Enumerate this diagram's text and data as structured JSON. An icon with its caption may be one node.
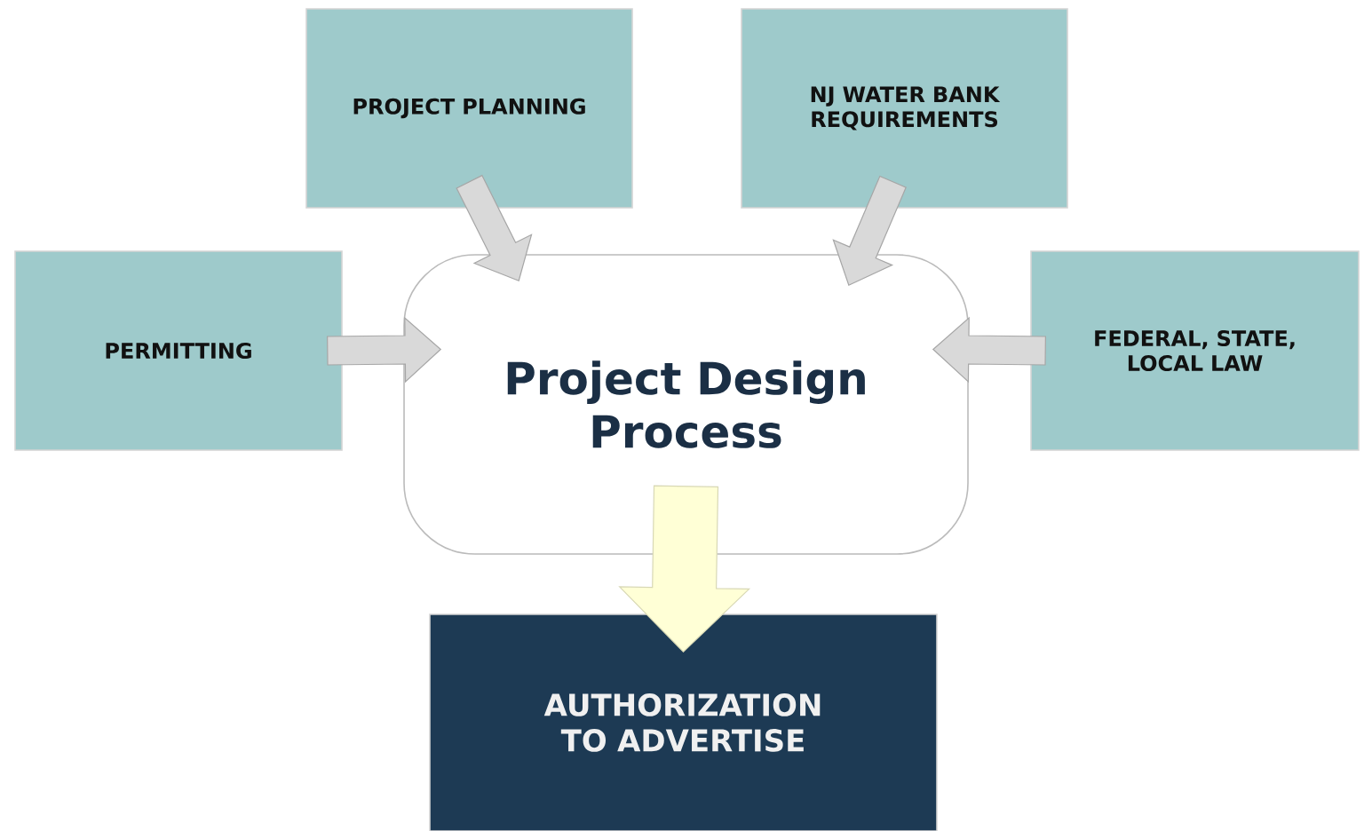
{
  "diagram": {
    "nodes": [
      {
        "text": [
          "PROJECT PLANNING"
        ]
      },
      {
        "text": [
          "NJ WATER BANK REQUIREMENTS"
        ]
      },
      {
        "text": [
          "PERMITTING"
        ]
      },
      {
        "text": [
          "Project Design Process"
        ]
      },
      {
        "text": [
          "FEDERAL, STATE, LOCAL LAW"
        ]
      },
      {
        "text": [
          "AUTHORIZATION TO ADVERTISE"
        ]
      }
    ],
    "edges": [
      {
        "from": 0,
        "to": 3,
        "arrow": "to"
      },
      {
        "from": 1,
        "to": 3,
        "arrow": "to"
      },
      {
        "from": 2,
        "to": 3,
        "arrow": "to"
      },
      {
        "from": 4,
        "to": 3,
        "arrow": "to"
      },
      {
        "from": 3,
        "to": 5,
        "arrow": "to",
        "style": "thick",
        "color": "#ffffd6"
      }
    ]
  }
}
